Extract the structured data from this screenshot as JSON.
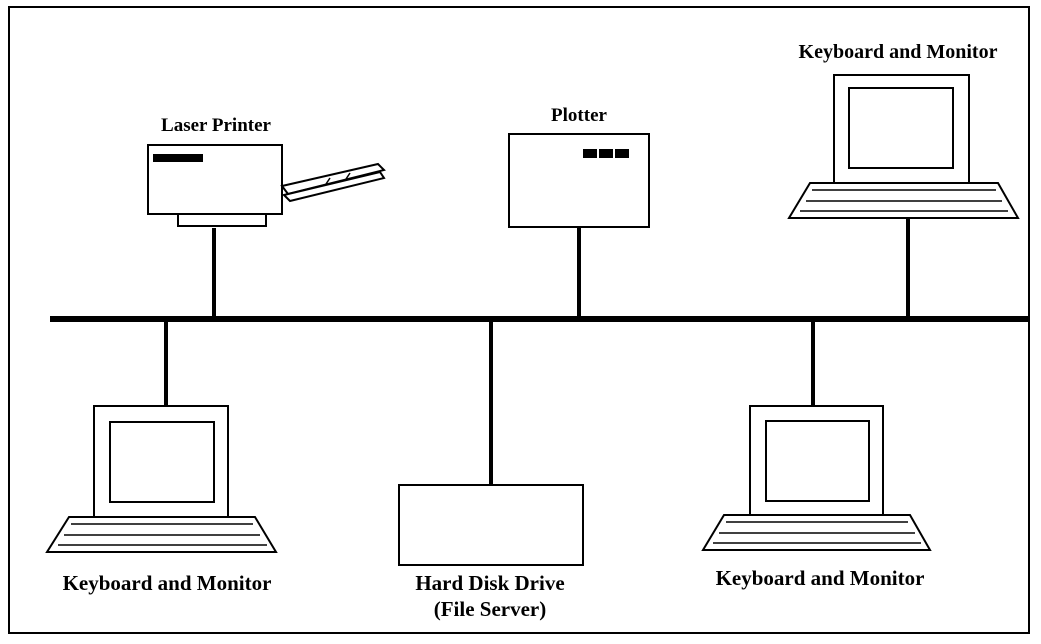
{
  "nodes": {
    "laser_printer": {
      "label": "Laser Printer"
    },
    "plotter": {
      "label": "Plotter"
    },
    "workstation_top_right": {
      "label": "Keyboard and Monitor"
    },
    "workstation_bottom_left": {
      "label": "Keyboard and Monitor"
    },
    "file_server": {
      "label_line1": "Hard Disk Drive",
      "label_line2": "(File Server)"
    },
    "workstation_bottom_right": {
      "label": "Keyboard and Monitor"
    }
  }
}
